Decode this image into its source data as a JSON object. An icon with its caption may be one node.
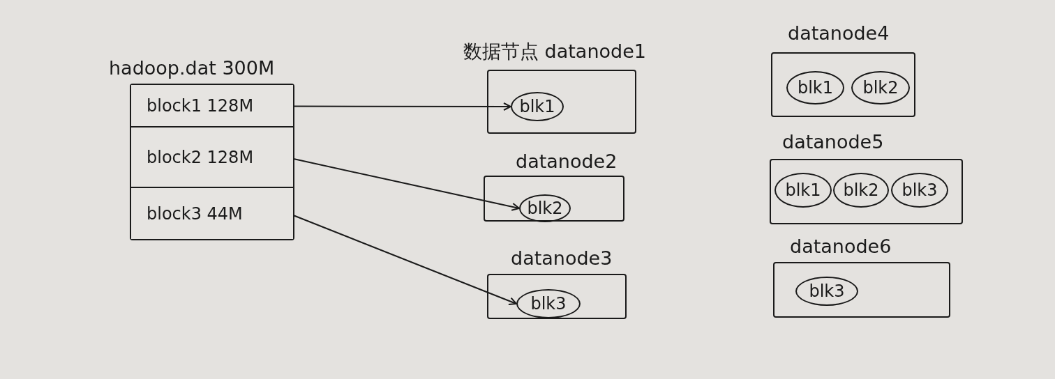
{
  "diagram": {
    "nodes": [
      {
        "text": [
          "hadoop.dat 300M"
        ]
      },
      {
        "text": [
          "block1 128M"
        ],
        "in": 0
      },
      {
        "text": [
          "block2 128M"
        ],
        "in": 0
      },
      {
        "text": [
          "block3 44M"
        ],
        "in": 0
      },
      {
        "text": [
          "数据节点 datanode1"
        ]
      },
      {
        "text": [
          "blk1"
        ],
        "in": 4
      },
      {
        "text": [
          "datanode2"
        ]
      },
      {
        "text": [
          "blk2"
        ],
        "in": 6
      },
      {
        "text": [
          "datanode3"
        ]
      },
      {
        "text": [
          "blk3"
        ],
        "in": 8
      },
      {
        "text": [
          "datanode4"
        ]
      },
      {
        "text": [
          "blk1"
        ],
        "in": 10
      },
      {
        "text": [
          "blk2"
        ],
        "in": 10
      },
      {
        "text": [
          "datanode5"
        ]
      },
      {
        "text": [
          "blk1"
        ],
        "in": 13
      },
      {
        "text": [
          "blk2"
        ],
        "in": 13
      },
      {
        "text": [
          "blk3"
        ],
        "in": 13
      },
      {
        "text": [
          "datanode6"
        ]
      },
      {
        "text": [
          "blk3"
        ],
        "in": 17
      }
    ],
    "edges": [
      {
        "from": 1,
        "to": 5,
        "arrow": "to"
      },
      {
        "from": 2,
        "to": 7,
        "arrow": "to"
      },
      {
        "from": 3,
        "to": 9,
        "arrow": "to"
      }
    ]
  }
}
